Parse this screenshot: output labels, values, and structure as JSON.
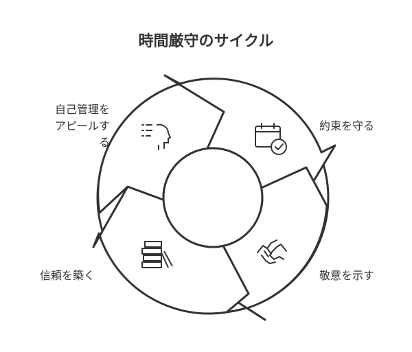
{
  "title": "時間厳守のサイクル",
  "labels": {
    "top_left_line1": "自己管理を",
    "top_left_line2": "アピールする",
    "top_right": "約束を守る",
    "bottom_right": "敬意を示す",
    "bottom_left": "信頼を築く"
  },
  "icons": {
    "top_left": "checklist-head-icon",
    "top_right": "calendar-check-icon",
    "bottom_right": "handshake-icon",
    "bottom_left": "building-blocks-icon"
  },
  "colors": {
    "stroke": "#333333",
    "fill": "#ffffff"
  }
}
